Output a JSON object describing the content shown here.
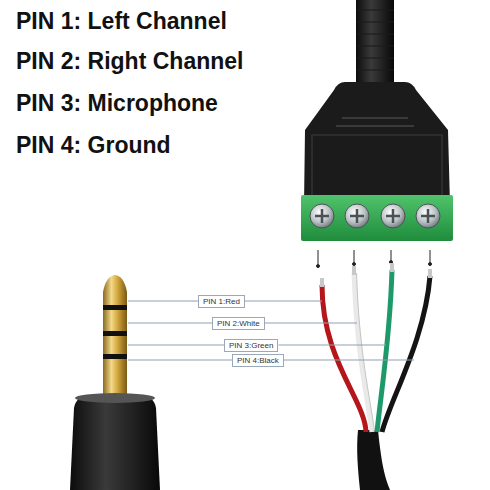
{
  "diagram": {
    "nodes": [
      {
        "text": [
          "PIN 1:Red"
        ]
      },
      {
        "text": [
          "PIN 2:White"
        ]
      },
      {
        "text": [
          "PIN 3:Green"
        ]
      },
      {
        "text": [
          "PIN 4:Black"
        ]
      }
    ],
    "edges": [],
    "labels": [
      "PIN 1: Left Channel",
      "PIN 2: Right Channel",
      "PIN 3: Microphone",
      "PIN 4: Ground"
    ]
  }
}
